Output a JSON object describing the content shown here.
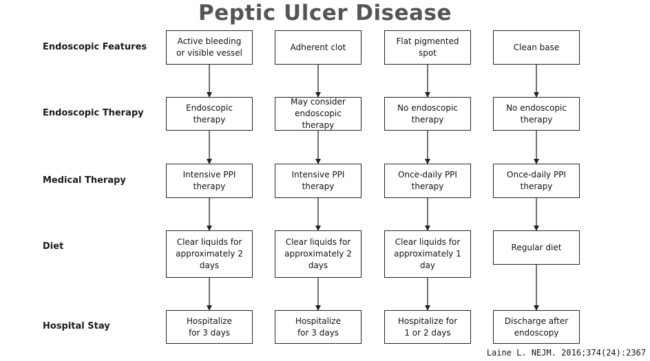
{
  "title": "Peptic Ulcer Disease",
  "row_labels": {
    "features": "Endoscopic Features",
    "endo_therapy": "Endoscopic Therapy",
    "medical_therapy": "Medical Therapy",
    "diet": "Diet",
    "hospital_stay": "Hospital Stay"
  },
  "columns": [
    {
      "features": "Active bleeding or visible vessel",
      "endo_therapy": "Endoscopic therapy",
      "medical_therapy": "Intensive PPI therapy",
      "diet": "Clear liquids for approximately 2 days",
      "hospital_stay": "Hospitalize for 3 days"
    },
    {
      "features": "Adherent clot",
      "endo_therapy": "May consider endoscopic therapy",
      "medical_therapy": "Intensive PPI therapy",
      "diet": "Clear liquids for approximately 2 days",
      "hospital_stay": "Hospitalize for 3 days"
    },
    {
      "features": "Flat pigmented spot",
      "endo_therapy": "No endoscopic therapy",
      "medical_therapy": "Once-daily PPI therapy",
      "diet": "Clear liquids for approximately 1 day",
      "hospital_stay": "Hospitalize for 1 or 2 days"
    },
    {
      "features": "Clean base",
      "endo_therapy": "No endoscopic therapy",
      "medical_therapy": "Once-daily PPI therapy",
      "diet": "Regular diet",
      "hospital_stay": "Discharge after endoscopy"
    }
  ],
  "citation": "Laine L. NEJM. 2016;374(24):2367"
}
